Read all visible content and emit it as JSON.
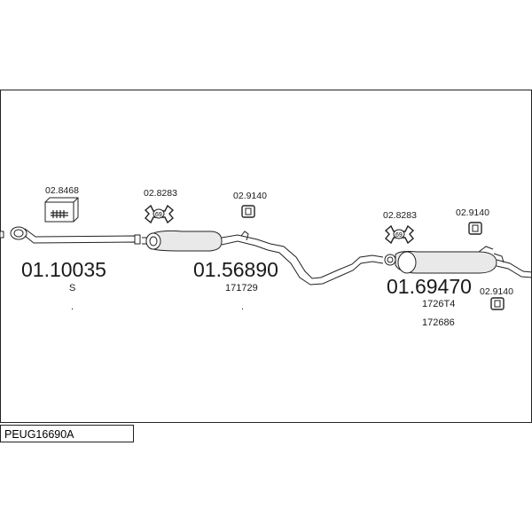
{
  "diagram": {
    "sections": [
      {
        "part_number": "01.10035",
        "sub_label": "S",
        "note": "."
      },
      {
        "part_number": "01.56890",
        "ref_1": "171729",
        "note": "."
      },
      {
        "part_number": "01.69470",
        "ref_1": "1726T4",
        "ref_2": "172686"
      }
    ],
    "accessories": [
      {
        "part_number": "02.8468",
        "icon": "mounting-kit-box-icon"
      },
      {
        "part_number": "02.8283",
        "icon": "gasket-69-icon",
        "marking": "69"
      },
      {
        "part_number": "02.9140",
        "icon": "rubber-hanger-icon"
      },
      {
        "part_number": "02.8283",
        "icon": "gasket-69-icon",
        "marking": "69"
      },
      {
        "part_number": "02.9140",
        "icon": "rubber-hanger-icon"
      },
      {
        "part_number": "02.9140",
        "icon": "rubber-hanger-icon"
      }
    ]
  },
  "footer": {
    "code": "PEUG16690A"
  }
}
